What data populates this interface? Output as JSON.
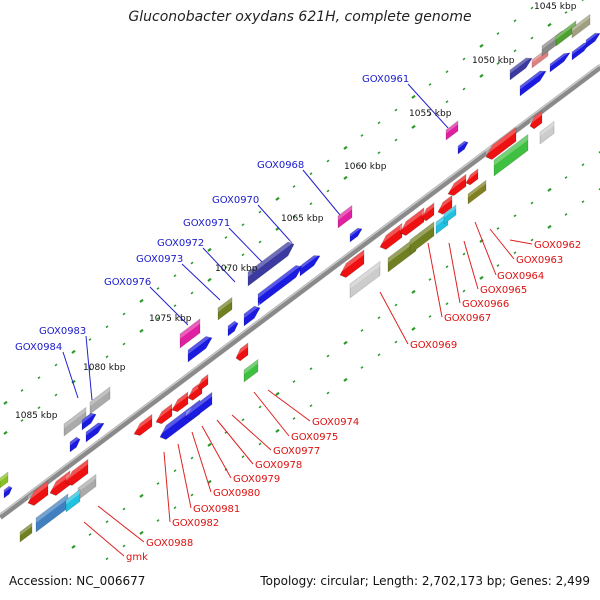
{
  "title": "Gluconobacter oxydans 621H, complete genome",
  "footer": {
    "accession": "Accession: NC_006677",
    "summary": "Topology: circular; Length: 2,702,173 bp; Genes: 2,499"
  },
  "colors": {
    "backbone": "#888888",
    "ruler_ticks": "#2a9a2a",
    "forward_labels": "#1a1acc",
    "reverse_labels": "#dd1111"
  },
  "ruler": [
    "1045 kbp",
    "1050 kbp",
    "1055 kbp",
    "1060 kbp",
    "1065 kbp",
    "1070 kbp",
    "1075 kbp",
    "1080 kbp",
    "1085 kbp"
  ],
  "forward_gene_labels": [
    "GOX0961",
    "GOX0968",
    "GOX0970",
    "GOX0971",
    "GOX0972",
    "GOX0973",
    "GOX0976",
    "GOX0983",
    "GOX0984"
  ],
  "reverse_gene_labels": [
    "GOX0962",
    "GOX0963",
    "GOX0964",
    "GOX0965",
    "GOX0966",
    "GOX0967",
    "GOX0969",
    "GOX0974",
    "GOX0975",
    "GOX0977",
    "GOX0978",
    "GOX0979",
    "GOX0980",
    "GOX0981",
    "GOX0982",
    "GOX0988",
    "gmk"
  ]
}
